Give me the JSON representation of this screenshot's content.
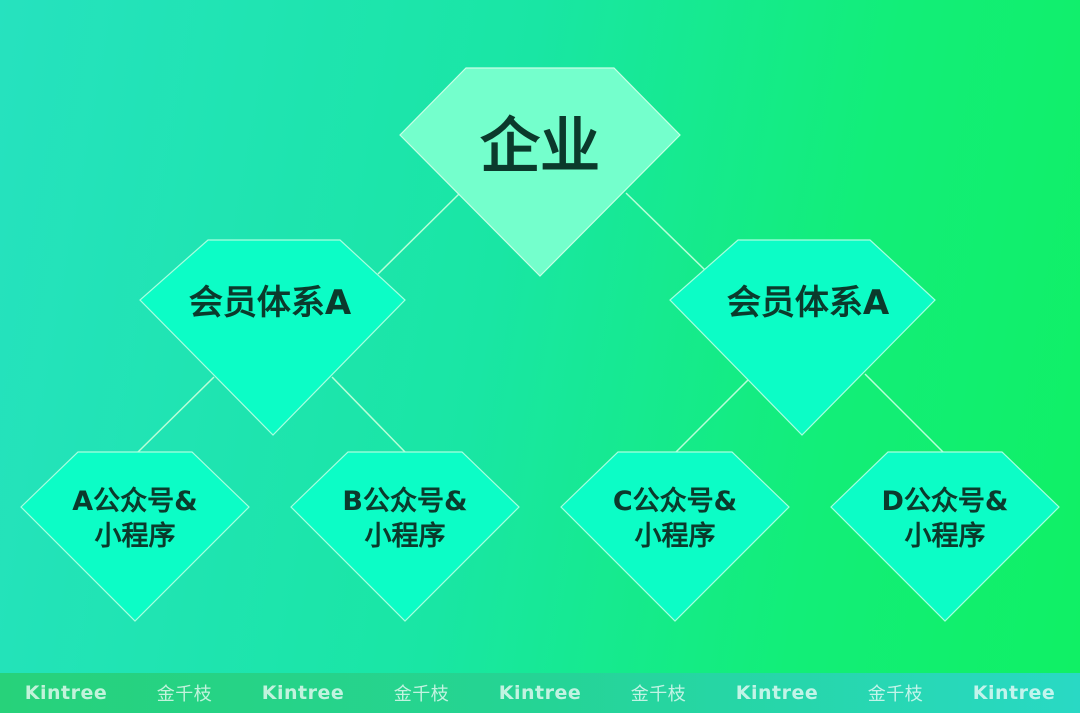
{
  "diagram": {
    "root": {
      "label": "企业"
    },
    "systems": [
      {
        "label": "会员体系A"
      },
      {
        "label": "会员体系A"
      }
    ],
    "leaves": [
      {
        "line1": "A公众号&",
        "line2": "小程序"
      },
      {
        "line1": "B公众号&",
        "line2": "小程序"
      },
      {
        "line1": "C公众号&",
        "line2": "小程序"
      },
      {
        "line1": "D公众号&",
        "line2": "小程序"
      }
    ]
  },
  "footer": {
    "watermarks": [
      "Kintree",
      "金千枝",
      "Kintree",
      "金千枝",
      "Kintree",
      "金千枝",
      "Kintree",
      "金千枝",
      "Kintree"
    ]
  },
  "colors": {
    "root_fill": "#74ffcc",
    "node_fill": "#0cfdc6",
    "text": "#0b3a2c",
    "connector": "#b8ffd8"
  }
}
